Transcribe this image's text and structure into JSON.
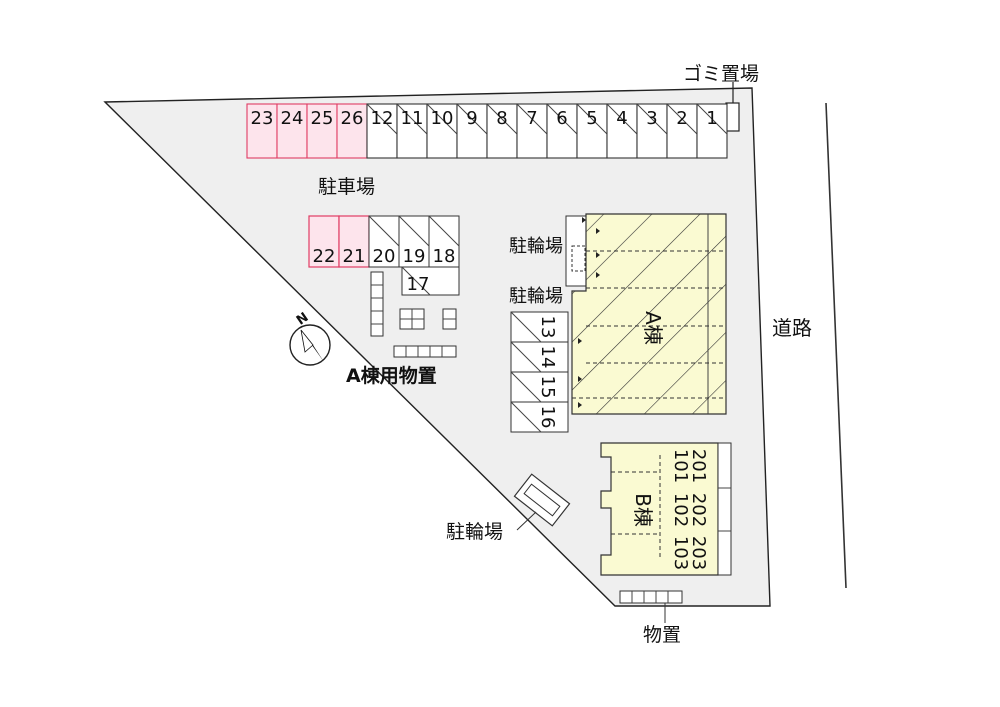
{
  "labels": {
    "garbage": "ゴミ置場",
    "parking": "駐車場",
    "bicycle_upper": "駐輪場",
    "bicycle_middle": "駐輪場",
    "bicycle_lower": "駐輪場",
    "a_storage": "A棟用物置",
    "road": "道路",
    "building_a": "A棟",
    "building_b": "B棟",
    "storage": "物置",
    "compass_n": "N"
  },
  "parking_top": [
    "23",
    "24",
    "25",
    "26",
    "12",
    "11",
    "10",
    "9",
    "8",
    "7",
    "6",
    "5",
    "4",
    "3",
    "2",
    "1"
  ],
  "parking_top_highlighted": [
    "23",
    "24",
    "25",
    "26"
  ],
  "parking_middle_pink": [
    "22",
    "21"
  ],
  "parking_middle": [
    "20",
    "19",
    "18"
  ],
  "parking_single": "17",
  "parking_vertical": [
    "13",
    "14",
    "15",
    "16"
  ],
  "building_b_units": {
    "col1": [
      "201",
      "101"
    ],
    "col2": [
      "202",
      "102"
    ],
    "col3": [
      "203",
      "103"
    ]
  },
  "colors": {
    "lot": "#efefef",
    "building": "#fafad2",
    "highlight": "#fde4ec",
    "highlight_border": "#e03c64"
  }
}
